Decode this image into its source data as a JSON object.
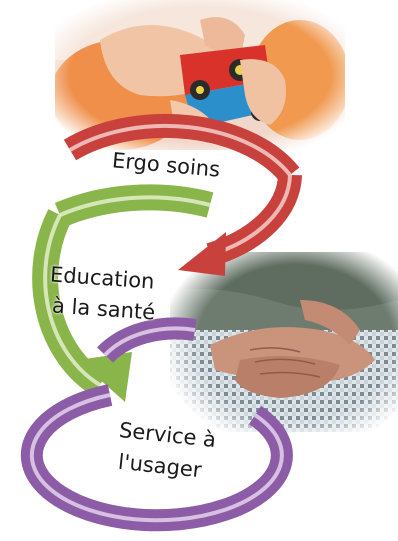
{
  "cycle": {
    "steps": [
      {
        "lines": [
          "Ergo soins"
        ],
        "color": "#c9413c"
      },
      {
        "lines": [
          "Education",
          "à la santé"
        ],
        "color": "#8ab54a"
      },
      {
        "lines": [
          "Service à",
          "l'usager"
        ],
        "color": "#8c5ca6"
      }
    ]
  },
  "photos": {
    "top": "child-hands-holding-toy-car-photo",
    "right": "elderly-clasped-hands-photo"
  }
}
